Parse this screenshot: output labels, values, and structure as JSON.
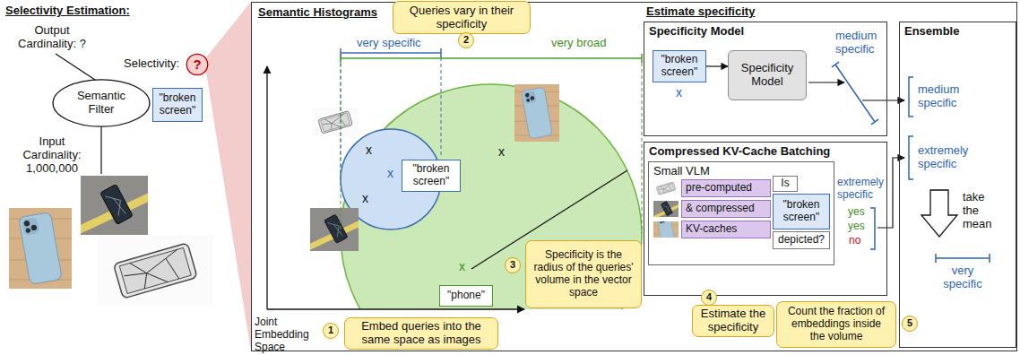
{
  "diagram": {
    "nodes": [
      {
        "text": [
          "Semantic Filter"
        ]
      },
      {
        "text": [
          "\"broken screen\""
        ]
      },
      {
        "text": [
          "?"
        ]
      },
      {
        "text": [
          "Queries vary in their specificity"
        ]
      },
      {
        "text": [
          "\"broken screen\""
        ]
      },
      {
        "text": [
          "Specificity is the radius of the queries' volume in the vector space"
        ]
      },
      {
        "text": [
          "\"phone\""
        ]
      },
      {
        "text": [
          "Embed queries into the same space as images"
        ]
      },
      {
        "text": [
          "Specificity Model"
        ]
      },
      {
        "text": [
          "\"broken screen\""
        ],
        "in": 8
      },
      {
        "text": [
          "Specificity Model"
        ],
        "in": 8
      },
      {
        "text": [
          "Compressed KV-Cache Batching"
        ]
      },
      {
        "text": [
          "Small VLM"
        ],
        "in": 11
      },
      {
        "text": [
          "pre-computed"
        ],
        "in": 12
      },
      {
        "text": [
          "& compressed"
        ],
        "in": 12
      },
      {
        "text": [
          "KV-caches"
        ],
        "in": 12
      },
      {
        "text": [
          "Is"
        ],
        "in": 12
      },
      {
        "text": [
          "\"broken screen\""
        ],
        "in": 12
      },
      {
        "text": [
          "depicted?"
        ],
        "in": 12
      },
      {
        "text": [
          "Ensemble"
        ]
      },
      {
        "text": [
          "Estimate the specificity"
        ]
      },
      {
        "text": [
          "Count the fraction of embeddings inside the volume"
        ]
      }
    ],
    "edges": [
      {
        "from": 9,
        "to": 10,
        "arrow": "to"
      }
    ],
    "labels": [
      "Selectivity Estimation:",
      "Output Cardinality: ?",
      "Selectivity:",
      "Input Cardinality: 1,000,000",
      "Semantic Histograms",
      "2",
      "very specific",
      "very broad",
      "x",
      "x",
      "x",
      "x",
      "x",
      "3",
      "Joint Embedding Space",
      "1",
      "Estimate specificity",
      "x",
      "medium specific",
      "extremely specific",
      "yes",
      "yes",
      "no",
      "4",
      "5",
      "medium specific",
      "extremely specific",
      "take the mean",
      "very specific"
    ]
  }
}
